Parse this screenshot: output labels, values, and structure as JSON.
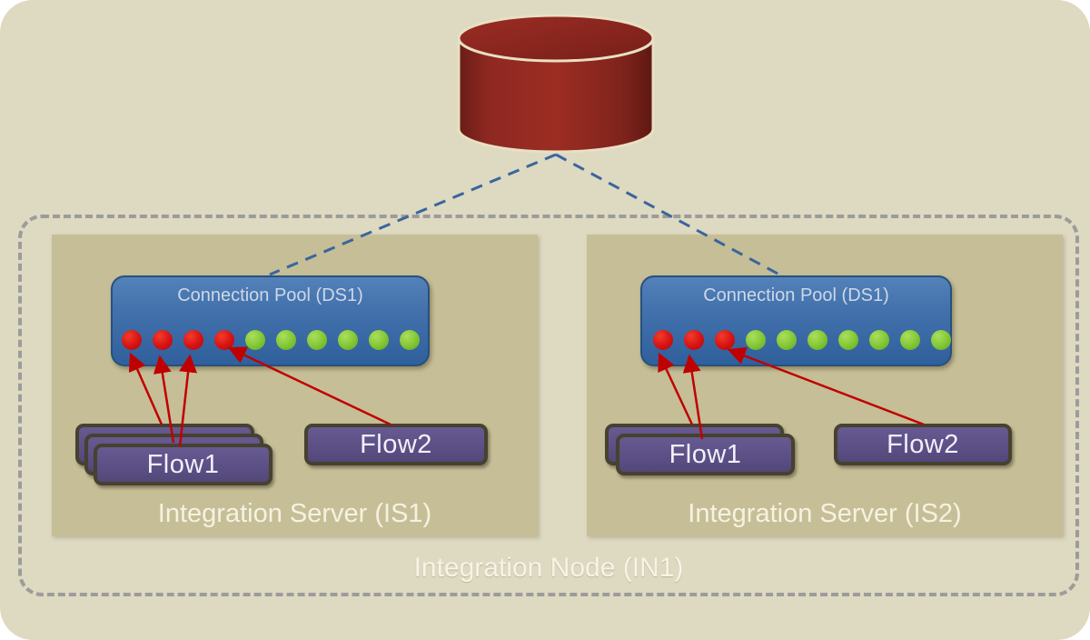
{
  "node": {
    "label": "Integration Node (IN1)"
  },
  "database": {
    "shape": "cylinder",
    "connects_to": [
      "Connection Pool (DS1) on IS1",
      "Connection Pool (DS1) on IS2"
    ]
  },
  "servers": [
    {
      "label": "Integration Server (IS1)",
      "pool": {
        "title": "Connection Pool (DS1)",
        "connections": [
          "busy",
          "busy",
          "busy",
          "busy",
          "free",
          "free",
          "free",
          "free",
          "free",
          "free"
        ]
      },
      "flows": [
        {
          "label": "Flow1",
          "instances": 3
        },
        {
          "label": "Flow2",
          "instances": 1
        }
      ]
    },
    {
      "label": "Integration Server (IS2)",
      "pool": {
        "title": "Connection Pool (DS1)",
        "connections": [
          "busy",
          "busy",
          "busy",
          "free",
          "free",
          "free",
          "free",
          "free",
          "free",
          "free"
        ]
      },
      "flows": [
        {
          "label": "Flow1",
          "instances": 2
        },
        {
          "label": "Flow2",
          "instances": 1
        }
      ]
    }
  ],
  "colors": {
    "canvas_bg": "#ded9c1",
    "server_bg": "#c6be96",
    "pool_fill": "#4372ad",
    "pool_border": "#27517e",
    "pool_title_text": "#cdd8e6",
    "flow_fill": "#5c5086",
    "flow_border": "#474130",
    "busy_connection": "#d61212",
    "free_connection": "#82c634",
    "database_fill": "#9c2d23",
    "database_outline": "#e8e0c3",
    "arrow": "#c00000",
    "db_link": "#3a659e",
    "node_border": "#9c9c9a",
    "label_text": "#f6f2e1"
  }
}
